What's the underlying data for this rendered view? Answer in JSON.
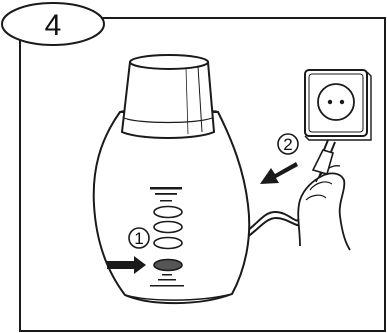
{
  "step": {
    "number": "4"
  },
  "callouts": [
    {
      "number": "1",
      "target": "off-button"
    },
    {
      "number": "2",
      "target": "mains-plug"
    }
  ],
  "colors": {
    "line": "#1a1a1a",
    "fill": "#ffffff",
    "button_pressed": "#555555",
    "jar_shade": "#d9d9d9"
  },
  "icons": [
    "bottle-warmer-unit",
    "wall-socket",
    "mains-plug",
    "hand",
    "arrow-left",
    "arrow-down-left"
  ]
}
